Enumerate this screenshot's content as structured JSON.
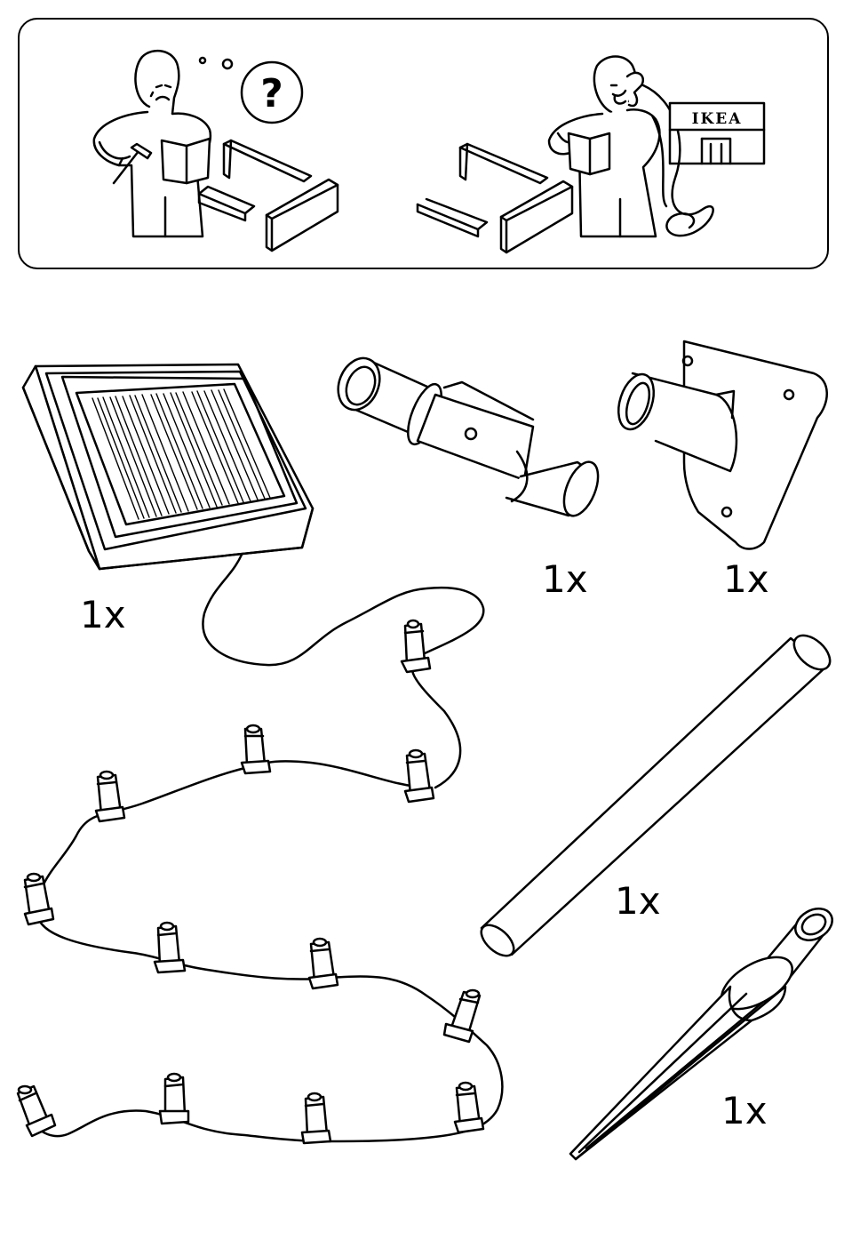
{
  "help_panel": {
    "question_mark": "?",
    "store_sign": "IKEA"
  },
  "parts": [
    {
      "name": "solar-panel-with-light-string",
      "quantity": "1x"
    },
    {
      "name": "pipe-connector",
      "quantity": "1x"
    },
    {
      "name": "wall-bracket",
      "quantity": "1x"
    },
    {
      "name": "pole",
      "quantity": "1x"
    },
    {
      "name": "ground-spike",
      "quantity": "1x"
    }
  ]
}
